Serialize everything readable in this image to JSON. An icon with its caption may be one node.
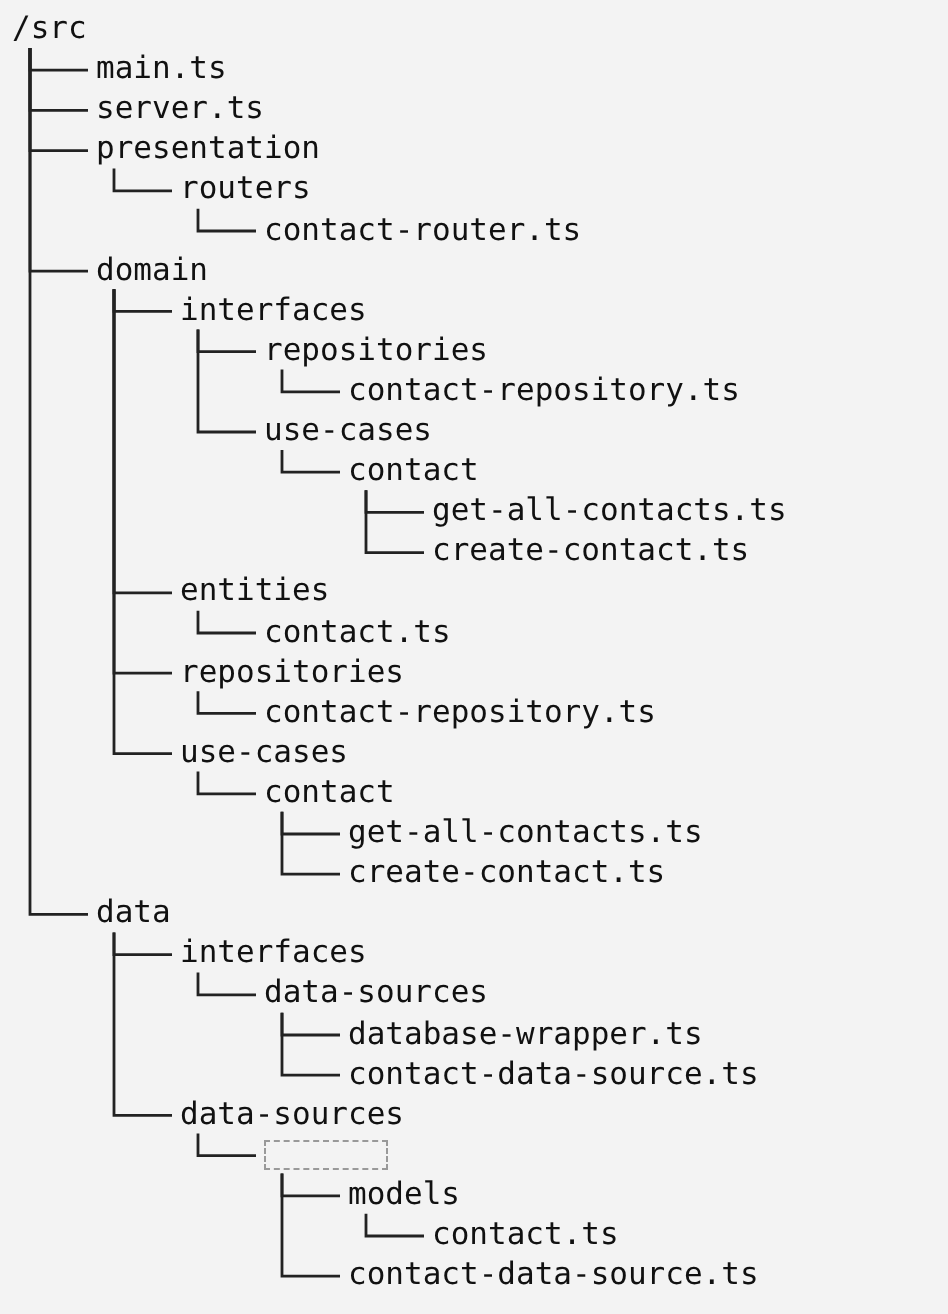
{
  "diagram": {
    "nodes": [
      {
        "text": [
          "/src"
        ]
      },
      {
        "text": [
          "main.ts"
        ]
      },
      {
        "text": [
          "server.ts"
        ]
      },
      {
        "text": [
          "presentation"
        ]
      },
      {
        "text": [
          "routers"
        ]
      },
      {
        "text": [
          "contact-router.ts"
        ]
      },
      {
        "text": [
          "domain"
        ]
      },
      {
        "text": [
          "interfaces"
        ]
      },
      {
        "text": [
          "repositories"
        ]
      },
      {
        "text": [
          "contact-repository.ts"
        ]
      },
      {
        "text": [
          "use-cases"
        ]
      },
      {
        "text": [
          "contact"
        ]
      },
      {
        "text": [
          "get-all-contacts.ts"
        ]
      },
      {
        "text": [
          "create-contact.ts"
        ]
      },
      {
        "text": [
          "entities"
        ]
      },
      {
        "text": [
          "contact.ts"
        ]
      },
      {
        "text": [
          "repositories"
        ]
      },
      {
        "text": [
          "contact-repository.ts"
        ]
      },
      {
        "text": [
          "use-cases"
        ]
      },
      {
        "text": [
          "contact"
        ]
      },
      {
        "text": [
          "get-all-contacts.ts"
        ]
      },
      {
        "text": [
          "create-contact.ts"
        ]
      },
      {
        "text": [
          "data"
        ]
      },
      {
        "text": [
          "interfaces"
        ]
      },
      {
        "text": [
          "data-sources"
        ]
      },
      {
        "text": [
          "database-wrapper.ts"
        ]
      },
      {
        "text": [
          "contact-data-source.ts"
        ]
      },
      {
        "text": [
          "data-sources"
        ]
      },
      {
        "text": [],
        "shape": "box"
      },
      {
        "text": [
          "models"
        ]
      },
      {
        "text": [
          "contact.ts"
        ]
      },
      {
        "text": [
          "contact-data-source.ts"
        ]
      }
    ],
    "edges": [
      {
        "from": 0,
        "to": 1,
        "arrow": "none"
      },
      {
        "from": 0,
        "to": 2,
        "arrow": "none"
      },
      {
        "from": 0,
        "to": 3,
        "arrow": "none"
      },
      {
        "from": 3,
        "to": 4,
        "arrow": "none"
      },
      {
        "from": 4,
        "to": 5,
        "arrow": "none"
      },
      {
        "from": 0,
        "to": 6,
        "arrow": "none"
      },
      {
        "from": 6,
        "to": 7,
        "arrow": "none"
      },
      {
        "from": 7,
        "to": 8,
        "arrow": "none"
      },
      {
        "from": 8,
        "to": 9,
        "arrow": "none"
      },
      {
        "from": 7,
        "to": 10,
        "arrow": "none"
      },
      {
        "from": 10,
        "to": 11,
        "arrow": "none"
      },
      {
        "from": 11,
        "to": 12,
        "arrow": "none"
      },
      {
        "from": 11,
        "to": 13,
        "arrow": "none"
      },
      {
        "from": 6,
        "to": 14,
        "arrow": "none"
      },
      {
        "from": 14,
        "to": 15,
        "arrow": "none"
      },
      {
        "from": 6,
        "to": 16,
        "arrow": "none"
      },
      {
        "from": 16,
        "to": 17,
        "arrow": "none"
      },
      {
        "from": 6,
        "to": 18,
        "arrow": "none"
      },
      {
        "from": 18,
        "to": 19,
        "arrow": "none"
      },
      {
        "from": 19,
        "to": 20,
        "arrow": "none"
      },
      {
        "from": 19,
        "to": 21,
        "arrow": "none"
      },
      {
        "from": 0,
        "to": 22,
        "arrow": "none"
      },
      {
        "from": 22,
        "to": 23,
        "arrow": "none"
      },
      {
        "from": 23,
        "to": 24,
        "arrow": "none"
      },
      {
        "from": 24,
        "to": 25,
        "arrow": "none"
      },
      {
        "from": 24,
        "to": 26,
        "arrow": "none"
      },
      {
        "from": 22,
        "to": 27,
        "arrow": "none"
      },
      {
        "from": 27,
        "to": 28,
        "arrow": "none"
      },
      {
        "from": 28,
        "to": 29,
        "arrow": "none"
      },
      {
        "from": 29,
        "to": 30,
        "arrow": "none"
      },
      {
        "from": 28,
        "to": 31,
        "arrow": "none"
      }
    ]
  }
}
